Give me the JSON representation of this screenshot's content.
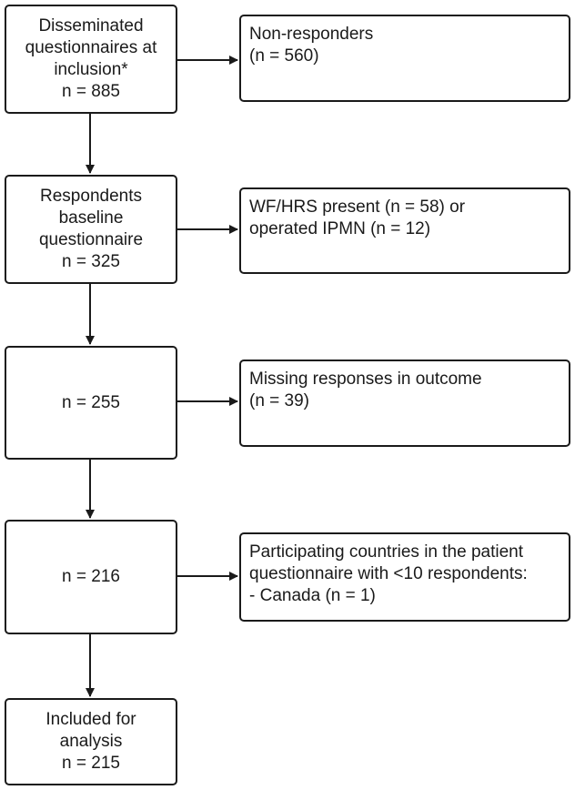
{
  "main_boxes": [
    {
      "id": "disseminated",
      "lines": [
        "Disseminated",
        "questionnaires at",
        "inclusion*",
        "n = 885"
      ]
    },
    {
      "id": "respondents",
      "lines": [
        "Respondents",
        "baseline",
        "questionnaire",
        "n = 325"
      ]
    },
    {
      "id": "n255",
      "lines": [
        "n = 255"
      ]
    },
    {
      "id": "n216",
      "lines": [
        "n = 216"
      ]
    },
    {
      "id": "included",
      "lines": [
        "Included for",
        "analysis",
        "n = 215"
      ]
    }
  ],
  "side_boxes": [
    {
      "id": "non-responders",
      "lines": [
        "Non-responders",
        "(n = 560)"
      ]
    },
    {
      "id": "wf-hrs",
      "lines": [
        "WF/HRS present (n = 58) or",
        "operated IPMN (n = 12)"
      ]
    },
    {
      "id": "missing",
      "lines": [
        "Missing responses in outcome",
        "(n = 39)"
      ]
    },
    {
      "id": "countries",
      "lines": [
        "Participating countries in the patient",
        "questionnaire with <10 respondents:",
        "- Canada (n = 1)"
      ]
    }
  ],
  "colors": {
    "stroke": "#1a1a1a",
    "background": "#ffffff"
  }
}
